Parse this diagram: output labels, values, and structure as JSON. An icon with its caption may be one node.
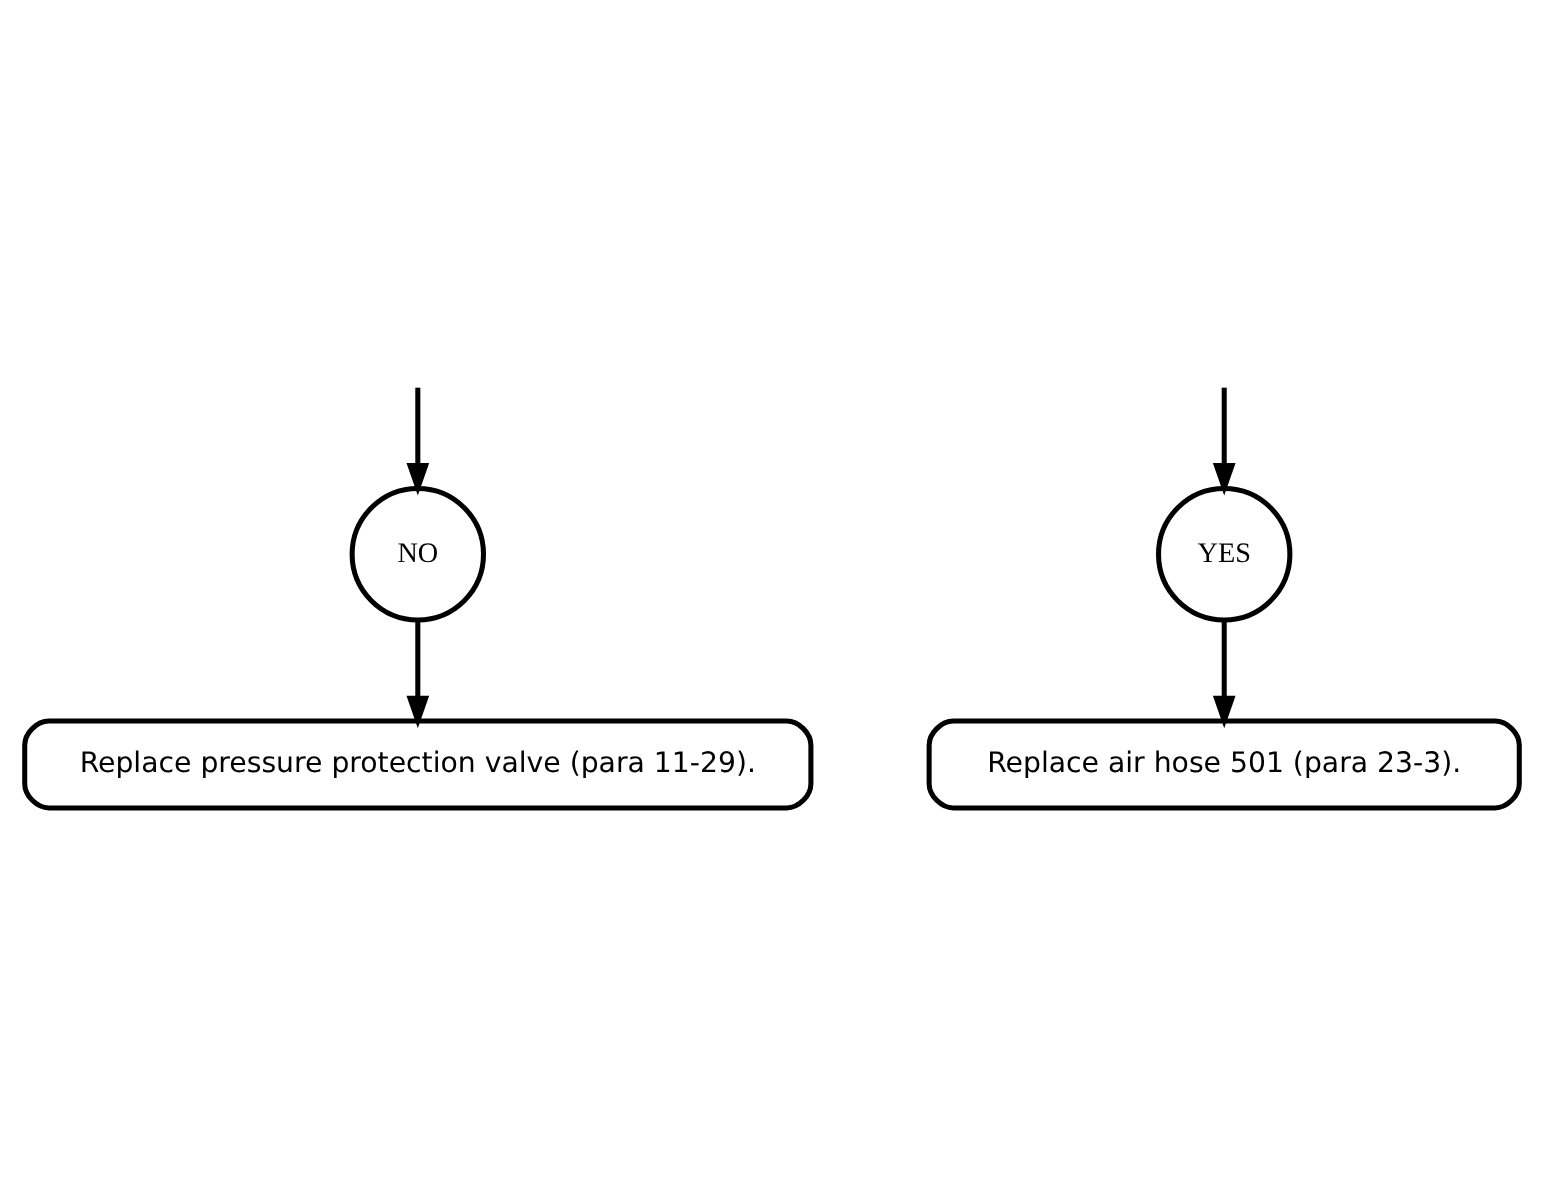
{
  "diagram": {
    "nodes": [
      {
        "text": [
          "NO"
        ]
      },
      {
        "text": [
          "YES"
        ]
      },
      {
        "text": [
          "Replace pressure protection valve (para 11-29)."
        ]
      },
      {
        "text": [
          "Replace air hose 501 (para 23-3)."
        ]
      }
    ],
    "edges": [
      {
        "from": null,
        "to": 0,
        "arrow": "to"
      },
      {
        "from": null,
        "to": 1,
        "arrow": "to"
      },
      {
        "from": 0,
        "to": 2,
        "arrow": "to"
      },
      {
        "from": 1,
        "to": 3,
        "arrow": "to"
      }
    ]
  }
}
